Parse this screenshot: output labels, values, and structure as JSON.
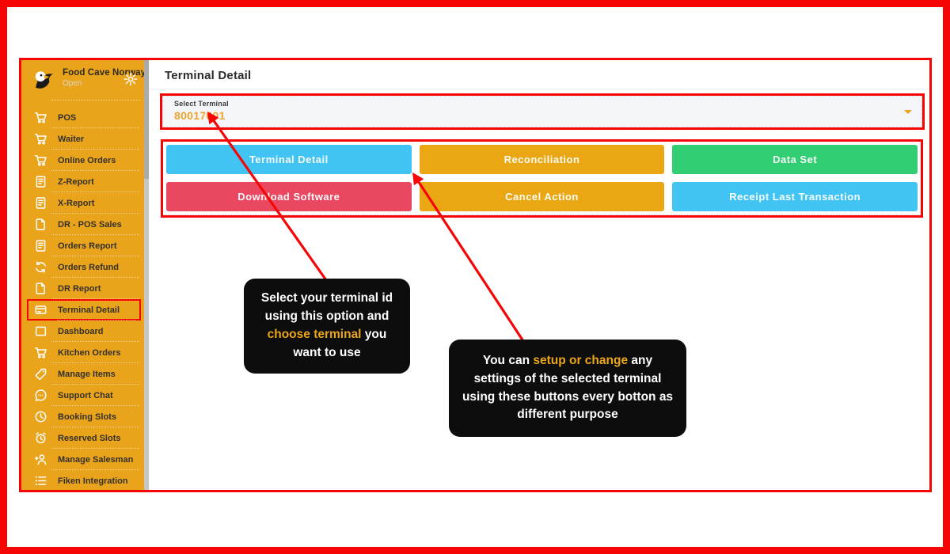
{
  "sidebar": {
    "brand": {
      "name": "Food Cave Norway",
      "status": "Open"
    },
    "items": [
      {
        "id": "pos",
        "icon": "cart-icon",
        "label": "POS"
      },
      {
        "id": "waiter",
        "icon": "cart-icon",
        "label": "Waiter"
      },
      {
        "id": "online-orders",
        "icon": "cart-icon",
        "label": "Online Orders"
      },
      {
        "id": "z-report",
        "icon": "report-icon",
        "label": "Z-Report"
      },
      {
        "id": "x-report",
        "icon": "report-icon",
        "label": "X-Report"
      },
      {
        "id": "dr-pos-sales",
        "icon": "document-icon",
        "label": "DR - POS Sales"
      },
      {
        "id": "orders-report",
        "icon": "report-icon",
        "label": "Orders Report"
      },
      {
        "id": "orders-refund",
        "icon": "refresh-icon",
        "label": "Orders Refund"
      },
      {
        "id": "dr-report",
        "icon": "document-icon",
        "label": "DR Report"
      },
      {
        "id": "terminal-detail",
        "icon": "terminal-icon",
        "label": "Terminal Detail",
        "active": true
      },
      {
        "id": "dashboard",
        "icon": "dashboard-icon",
        "label": "Dashboard"
      },
      {
        "id": "kitchen-orders",
        "icon": "cart-icon",
        "label": "Kitchen Orders"
      },
      {
        "id": "manage-items",
        "icon": "tag-icon",
        "label": "Manage Items"
      },
      {
        "id": "support-chat",
        "icon": "chat-icon",
        "label": "Support Chat"
      },
      {
        "id": "booking-slots",
        "icon": "clock-icon",
        "label": "Booking Slots"
      },
      {
        "id": "reserved-slots",
        "icon": "alarm-icon",
        "label": "Reserved Slots"
      },
      {
        "id": "manage-salesman",
        "icon": "user-plus-icon",
        "label": "Manage Salesman"
      },
      {
        "id": "fiken-integration",
        "icon": "list-icon",
        "label": "Fiken Integration"
      }
    ]
  },
  "main": {
    "title": "Terminal Detail",
    "select_terminal": {
      "label": "Select Terminal",
      "value": "80017601"
    },
    "action_buttons": [
      {
        "id": "terminal-detail",
        "label": "Terminal Detail",
        "color": "#41C3F4"
      },
      {
        "id": "reconciliation",
        "label": "Reconciliation",
        "color": "#EAA713"
      },
      {
        "id": "data-set",
        "label": "Data Set",
        "color": "#31CE73"
      },
      {
        "id": "download-software",
        "label": "Download Software",
        "color": "#EA4860"
      },
      {
        "id": "cancel-action",
        "label": "Cancel Action",
        "color": "#EAA713"
      },
      {
        "id": "receipt-last-transaction",
        "label": "Receipt Last Transaction",
        "color": "#41C3F4"
      }
    ]
  },
  "callouts": [
    {
      "segments": [
        {
          "text": "Select your terminal id using this option and "
        },
        {
          "text": "choose terminal",
          "highlight": true
        },
        {
          "text": " you want to use"
        }
      ]
    },
    {
      "segments": [
        {
          "text": "You can "
        },
        {
          "text": "setup or change",
          "highlight": true
        },
        {
          "text": " any settings of the selected terminal using these buttons every botton as different purpose"
        }
      ]
    }
  ],
  "colors": {
    "annotation_red": "#F60505",
    "sidebar_amber": "#E9A41C",
    "button_blue": "#41C3F4",
    "button_amber": "#EAA713",
    "button_green": "#31CE73",
    "button_red": "#EA4860",
    "highlight_amber": "#EBA618",
    "terminal_value_amber": "#F0A42E",
    "tooltip_bg": "#0D0D0D"
  }
}
